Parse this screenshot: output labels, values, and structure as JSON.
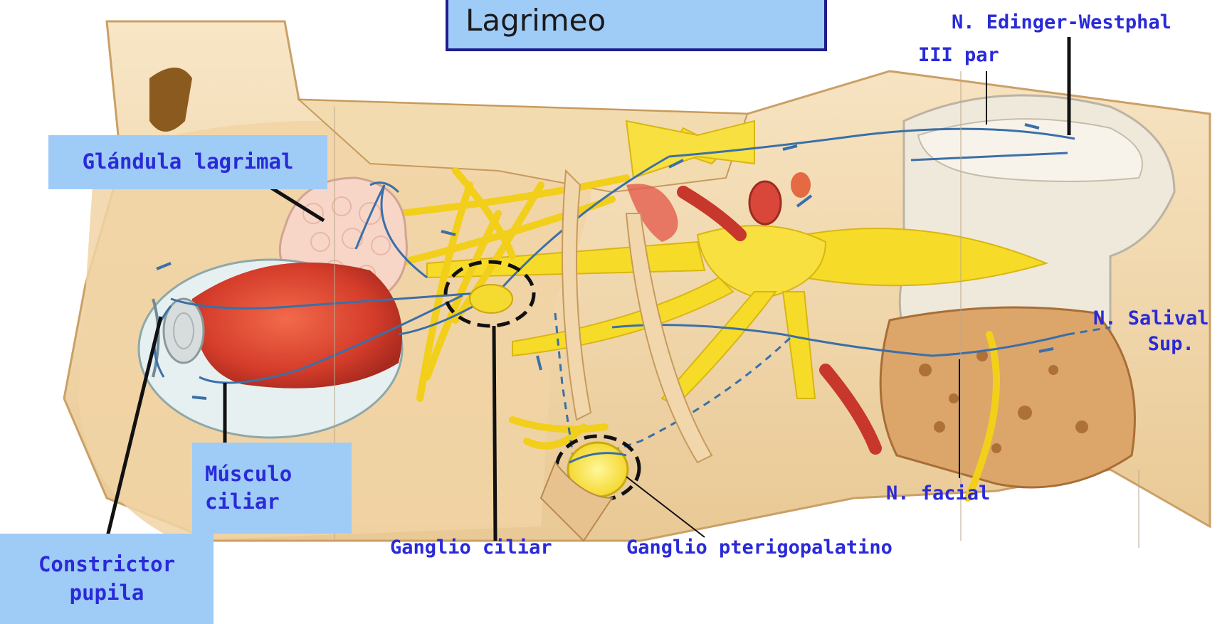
{
  "title": {
    "text": "Lagrimeo"
  },
  "labels": {
    "glandula_lagrimal": "Glándula lagrimal",
    "musculo_ciliar_1": "Músculo",
    "musculo_ciliar_2": "ciliar",
    "constrictor_1": "Constrictor",
    "constrictor_2": "pupila",
    "ganglio_ciliar": "Ganglio ciliar",
    "ganglio_pterigopalatino": "Ganglio pterigopalatino",
    "n_edinger": "N. Edinger-Westphal",
    "iii_par": "III par",
    "n_salival_1": "N. Salival",
    "n_salival_2": "Sup.",
    "n_facial": "N. facial"
  },
  "colors": {
    "label_box": "#9fcbf7",
    "label_text": "#2a2ad8",
    "title_border": "#1d1d8c",
    "nerve_yellow": "#f7de2a",
    "nerve_blue": "#3b6fa8",
    "eye_red": "#d9412f",
    "bone": "#f4dcb8"
  }
}
